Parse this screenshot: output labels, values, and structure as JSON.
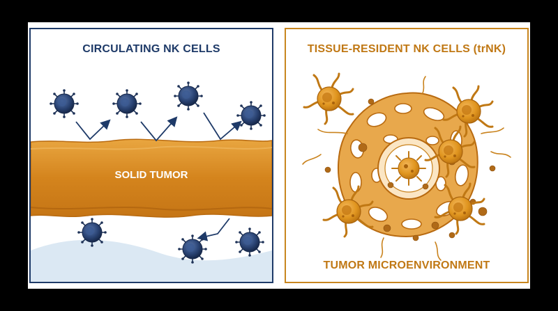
{
  "left_panel": {
    "title": "CIRCULATING NK CELLS",
    "tumor_label": "SOLID TUMOR"
  },
  "right_panel": {
    "title": "TISSUE-RESIDENT NK CELLS (trNK)",
    "bottom_label": "TUMOR MICROENVIRONMENT"
  },
  "colors": {
    "nk_cell": "#2c4677",
    "tumor": "#d98b22",
    "navy_border": "#1e3a68",
    "orange_border": "#c8861e",
    "blood_vessel": "#dbe8f3"
  },
  "icons": [
    "nk-cell-icon",
    "arrow-icon",
    "trnk-cell-icon",
    "tumor-cell-icon"
  ]
}
